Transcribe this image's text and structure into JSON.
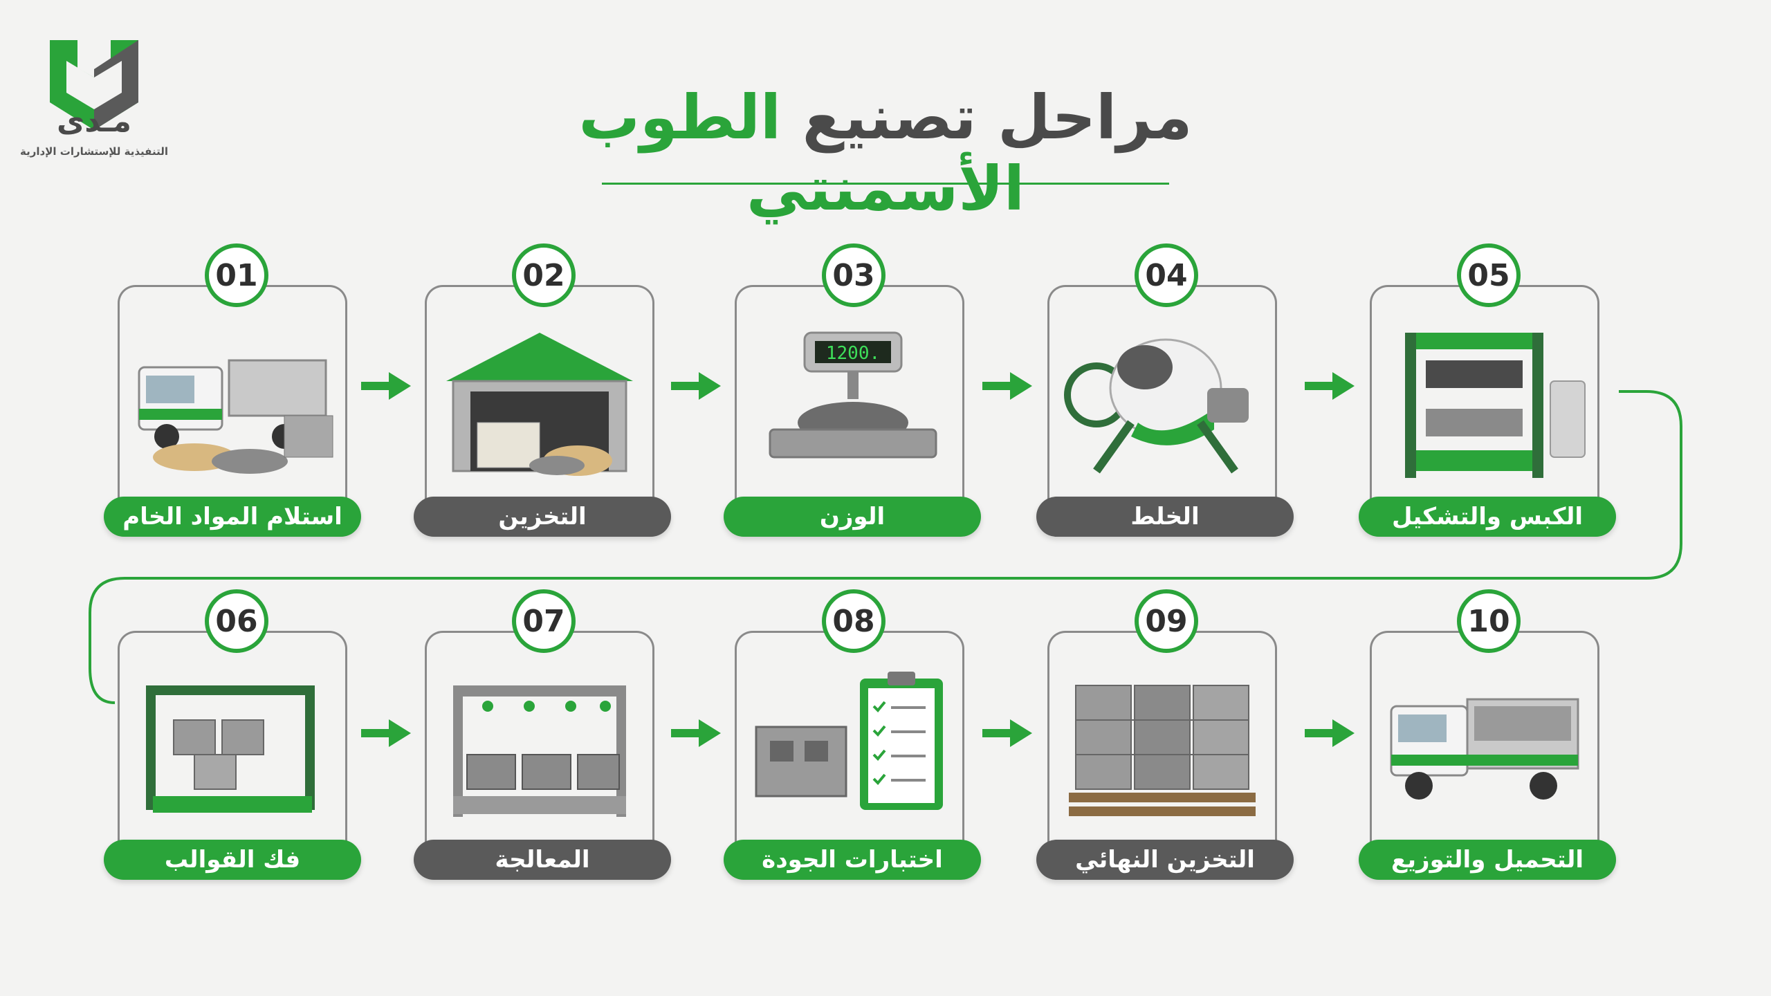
{
  "brand": {
    "name": "مـدى",
    "tagline": "التنفيذية للإستشارات الإدارية",
    "accent": "#2aa43a",
    "dark": "#4a4a4a"
  },
  "title": {
    "part1": "مراحل تصنيع",
    "part2": "الطوب الأسمنتي"
  },
  "steps": [
    {
      "num": "01",
      "label": "استلام المواد الخام",
      "style": "green",
      "icon": "truck-icon"
    },
    {
      "num": "02",
      "label": "التخزين",
      "style": "dark",
      "icon": "warehouse-icon"
    },
    {
      "num": "03",
      "label": "الوزن",
      "style": "green",
      "icon": "scale-icon",
      "display": "1200."
    },
    {
      "num": "04",
      "label": "الخلط",
      "style": "dark",
      "icon": "mixer-icon"
    },
    {
      "num": "05",
      "label": "الكبس والتشكيل",
      "style": "green",
      "icon": "press-machine-icon"
    },
    {
      "num": "06",
      "label": "فك القوالب",
      "style": "green",
      "icon": "mold-frame-icon"
    },
    {
      "num": "07",
      "label": "المعالجة",
      "style": "dark",
      "icon": "curing-sprinkler-icon"
    },
    {
      "num": "08",
      "label": "اختبارات الجودة",
      "style": "green",
      "icon": "quality-checklist-icon"
    },
    {
      "num": "09",
      "label": "التخزين النهائي",
      "style": "dark",
      "icon": "pallet-blocks-icon"
    },
    {
      "num": "10",
      "label": "التحميل والتوزيع",
      "style": "green",
      "icon": "delivery-truck-icon"
    }
  ]
}
